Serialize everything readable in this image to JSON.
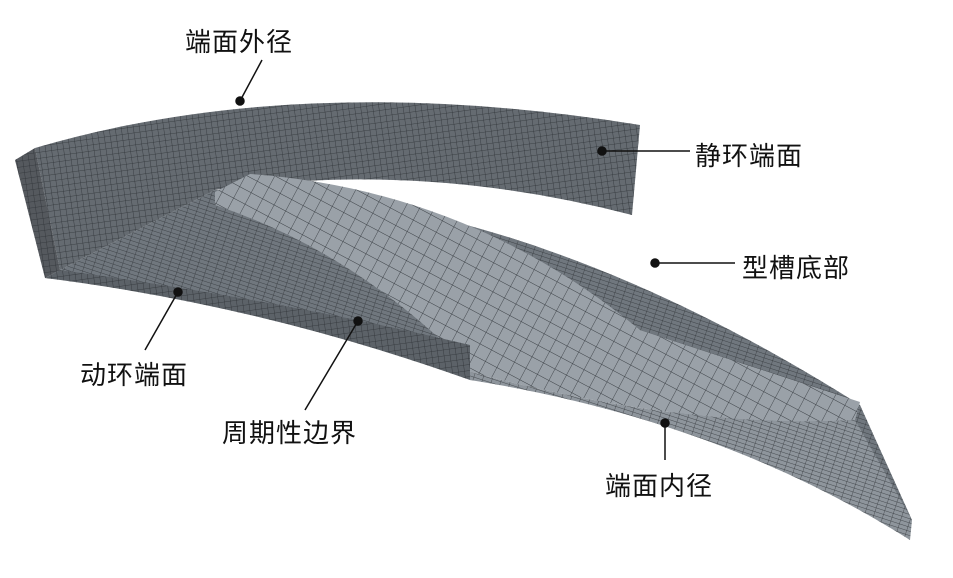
{
  "labels": {
    "outer_diameter": "端面外径",
    "stator_face": "静环端面",
    "groove_bottom": "型槽底部",
    "rotor_face": "动环端面",
    "periodic_boundary": "周期性边界",
    "inner_diameter": "端面内径"
  },
  "colors": {
    "dark_mesh": "#62686e",
    "floor_mesh": "#70777e",
    "land_mesh": "#9aa1a8",
    "grid_line": "#2e3236"
  }
}
